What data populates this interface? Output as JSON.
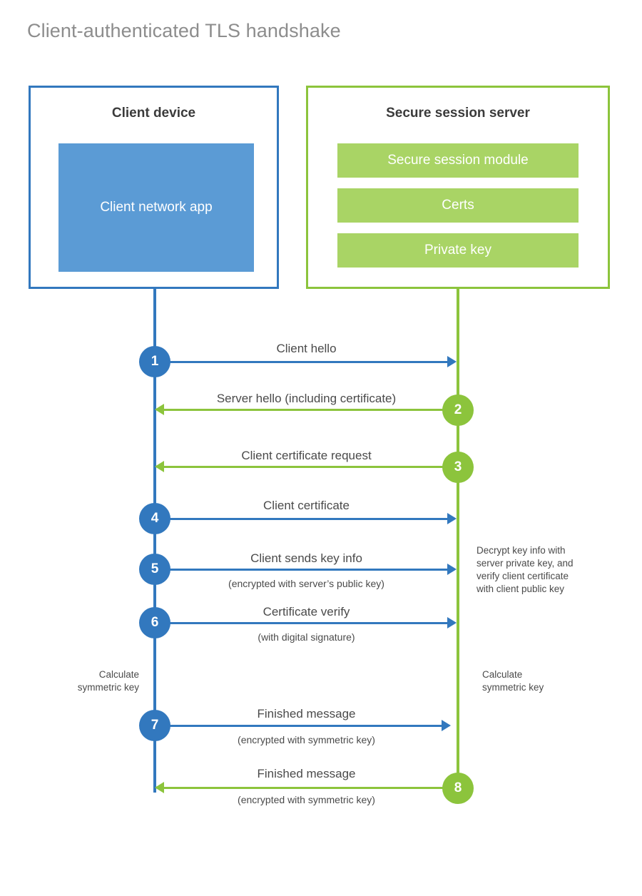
{
  "title": "Client-authenticated TLS handshake",
  "colors": {
    "client_accent": "#3278be",
    "client_fill": "#5b9bd5",
    "server_accent": "#8cc43c",
    "server_fill": "#a9d465",
    "title_text": "#8d8d8d",
    "body_text": "#4a4a4a"
  },
  "client": {
    "title": "Client device",
    "app_label": "Client network app"
  },
  "server": {
    "title": "Secure session server",
    "components": [
      {
        "label": "Secure session module"
      },
      {
        "label": "Certs"
      },
      {
        "label": "Private key"
      }
    ]
  },
  "notes": {
    "client_calculate": "Calculate\nsymmetric key",
    "client_calculate_line1": "Calculate",
    "client_calculate_line2": "symmetric key",
    "server_decrypt_line1": "Decrypt key info with",
    "server_decrypt_line2": "server private key, and",
    "server_decrypt_line3": "verify client certificate",
    "server_decrypt_line4": "with client public key",
    "server_calculate_line1": "Calculate",
    "server_calculate_line2": "symmetric key"
  },
  "steps": [
    {
      "number": "1",
      "label": "Client hello",
      "sublabel": "",
      "direction": "client-to-server",
      "color": "blue"
    },
    {
      "number": "2",
      "label": "Server hello (including certificate)",
      "sublabel": "",
      "direction": "server-to-client",
      "color": "green"
    },
    {
      "number": "3",
      "label": "Client certificate request",
      "sublabel": "",
      "direction": "server-to-client",
      "color": "green"
    },
    {
      "number": "4",
      "label": "Client certificate",
      "sublabel": "",
      "direction": "client-to-server",
      "color": "blue"
    },
    {
      "number": "5",
      "label": "Client sends key info",
      "sublabel": "(encrypted with server’s public key)",
      "direction": "client-to-server",
      "color": "blue"
    },
    {
      "number": "6",
      "label": "Certificate verify",
      "sublabel": "(with digital signature)",
      "direction": "client-to-server",
      "color": "blue"
    },
    {
      "number": "7",
      "label": "Finished message",
      "sublabel": "(encrypted with symmetric key)",
      "direction": "client-to-server",
      "color": "blue"
    },
    {
      "number": "8",
      "label": "Finished message",
      "sublabel": "(encrypted with symmetric key)",
      "direction": "server-to-client",
      "color": "green"
    }
  ]
}
